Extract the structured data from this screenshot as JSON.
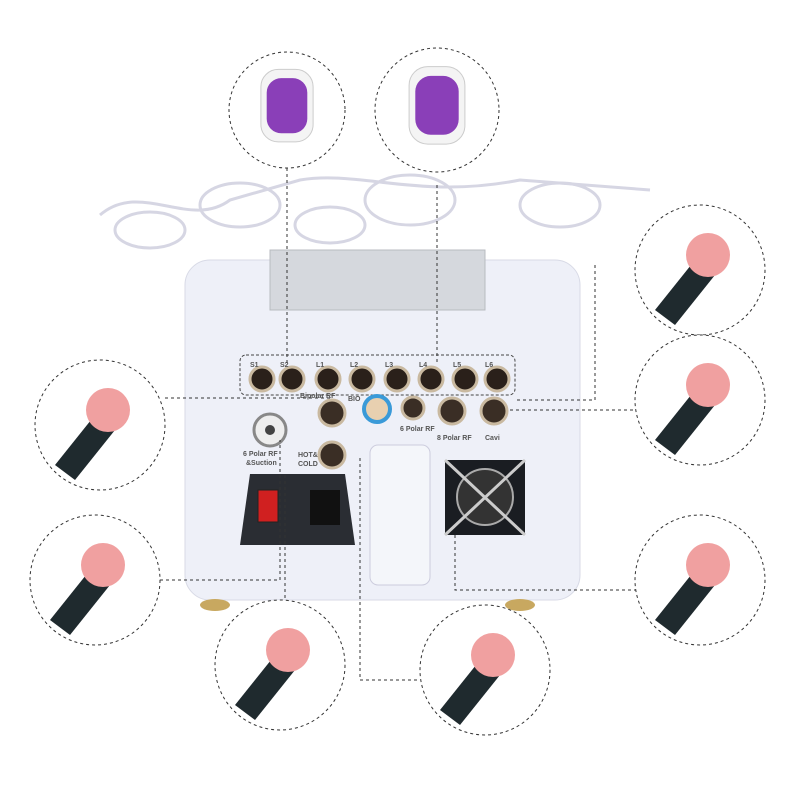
{
  "panel": {
    "ports_top": [
      "S1",
      "S2",
      "L1",
      "L2",
      "L3",
      "L4",
      "L5",
      "L6"
    ],
    "bipolar": "Bipolar RF",
    "bio": "BIO",
    "six_polar": "6 Polar RF",
    "eight_polar": "8 Polar RF",
    "cavi": "Cavi",
    "hot_cold_1": "HOT&",
    "hot_cold_2": "COLD",
    "suction_1": "6 Polar RF",
    "suction_2": "&Suction"
  },
  "colors": {
    "body": "#eef0f8",
    "pad": "#8a3fb8",
    "handle": "#1f2a2e",
    "glow": "#f0a0a0"
  }
}
